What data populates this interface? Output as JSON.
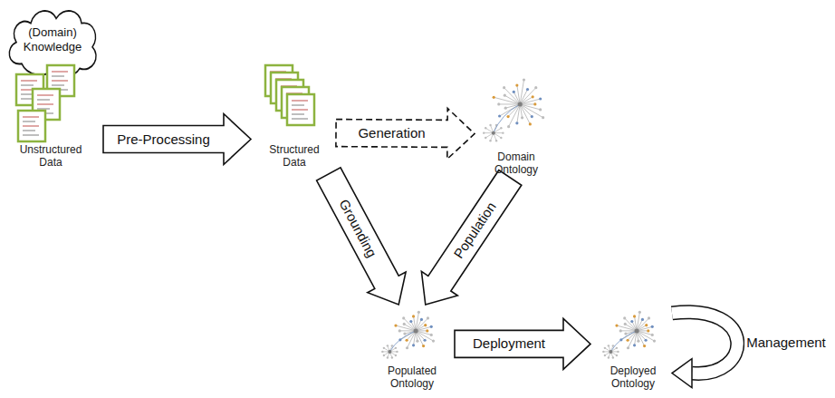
{
  "diagram": {
    "nodes": [
      {
        "text": [
          "(Domain) Knowledge"
        ]
      },
      {
        "text": [
          "Unstructured Data"
        ]
      },
      {
        "text": [
          "Structured Data"
        ]
      },
      {
        "text": [
          "Domain Ontology"
        ]
      },
      {
        "text": [
          "Populated Ontology"
        ]
      },
      {
        "text": [
          "Deployed Ontology"
        ]
      }
    ],
    "edges": [
      {
        "from": 1,
        "to": 2,
        "label": "Pre-Processing",
        "arrow": "to"
      },
      {
        "from": 2,
        "to": 3,
        "label": "Generation",
        "arrow": "to"
      },
      {
        "from": 2,
        "to": 4,
        "label": "Grounding",
        "arrow": "to"
      },
      {
        "from": 3,
        "to": 4,
        "label": "Population",
        "arrow": "to"
      },
      {
        "from": 4,
        "to": 5,
        "label": "Deployment",
        "arrow": "to"
      },
      {
        "from": 5,
        "to": 5,
        "label": "Management",
        "arrow": "to"
      }
    ]
  }
}
